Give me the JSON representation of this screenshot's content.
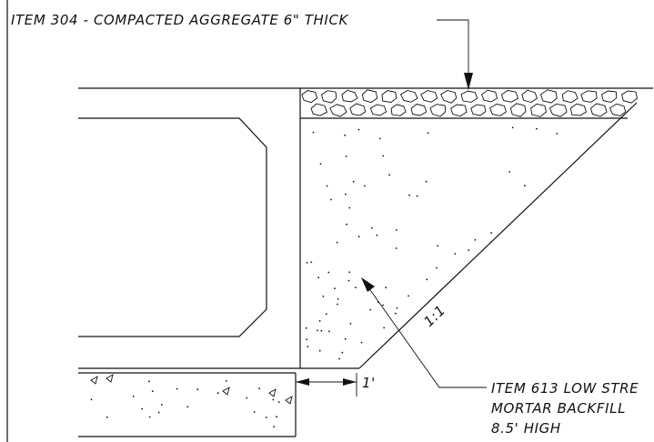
{
  "labels": {
    "aggregate_callout": "ITEM 304 - COMPACTED AGGREGATE 6\" THICK",
    "backfill_line1": "ITEM 613 LOW STRE",
    "backfill_line2": "MORTAR BACKFILL",
    "backfill_line3": "8.5' HIGH",
    "slope": "1:1",
    "offset_dim": "1'"
  },
  "colors": {
    "linework": "#111111",
    "background": "#ffffff"
  }
}
